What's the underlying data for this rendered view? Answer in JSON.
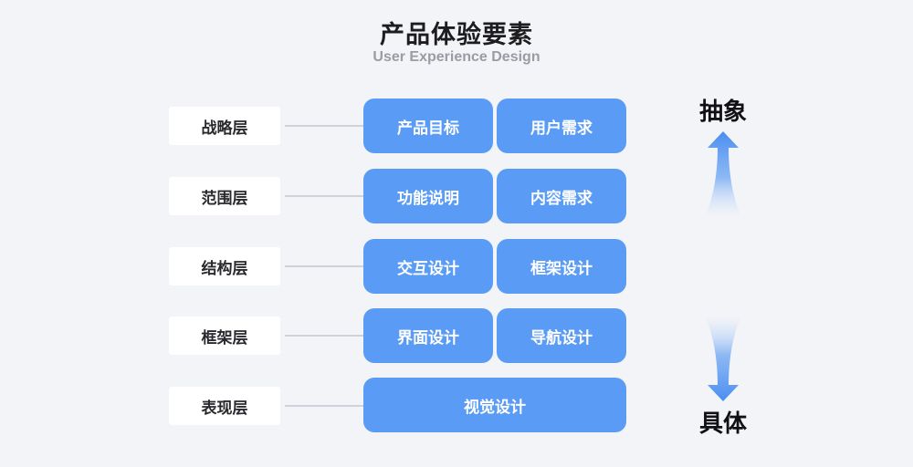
{
  "header": {
    "title": "产品体验要素",
    "subtitle": "User Experience Design"
  },
  "layers": [
    {
      "label": "战略层",
      "items": [
        "产品目标",
        "用户需求"
      ]
    },
    {
      "label": "范围层",
      "items": [
        "功能说明",
        "内容需求"
      ]
    },
    {
      "label": "结构层",
      "items": [
        "交互设计",
        "框架设计"
      ]
    },
    {
      "label": "框架层",
      "items": [
        "界面设计",
        "导航设计"
      ]
    },
    {
      "label": "表现层",
      "items": [
        "视觉设计"
      ]
    }
  ],
  "axis": {
    "top_label": "抽象",
    "bottom_label": "具体"
  },
  "colors": {
    "box_blue": "#5a9cf5",
    "arrow_blue": "#4a8ef0",
    "background": "#f3f4f8"
  }
}
